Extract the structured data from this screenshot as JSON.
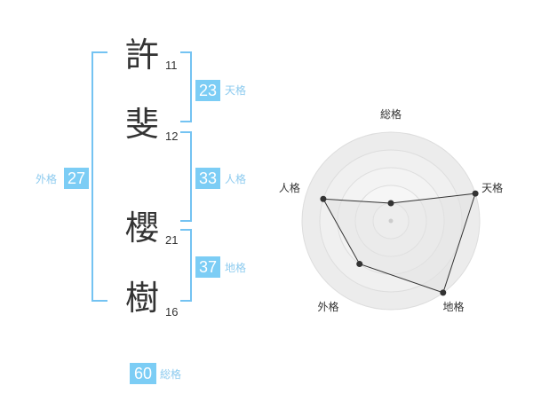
{
  "name_chars": [
    {
      "char": "許",
      "strokes": "11"
    },
    {
      "char": "斐",
      "strokes": "12"
    },
    {
      "char": "櫻",
      "strokes": "21"
    },
    {
      "char": "樹",
      "strokes": "16"
    }
  ],
  "kaku": {
    "tenkaku": {
      "value": "23",
      "label": "天格"
    },
    "jinkaku": {
      "value": "33",
      "label": "人格"
    },
    "chikaku": {
      "value": "37",
      "label": "地格"
    },
    "gaikaku": {
      "value": "27",
      "label": "外格"
    },
    "soukaku": {
      "value": "60",
      "label": "総格"
    }
  },
  "colors": {
    "bracket": "#74c3f2",
    "badge": "#7ccdf5",
    "badge_label": "#8dcbef",
    "radar_fill": "#f0f0f0",
    "radar_ring": "#dddddd",
    "radar_line": "#333333"
  },
  "chart_data": {
    "type": "radar",
    "categories": [
      "総格",
      "天格",
      "地格",
      "外格",
      "人格"
    ],
    "values": [
      1,
      5,
      5,
      3,
      4
    ],
    "range": [
      0,
      5
    ],
    "rings": 5
  }
}
